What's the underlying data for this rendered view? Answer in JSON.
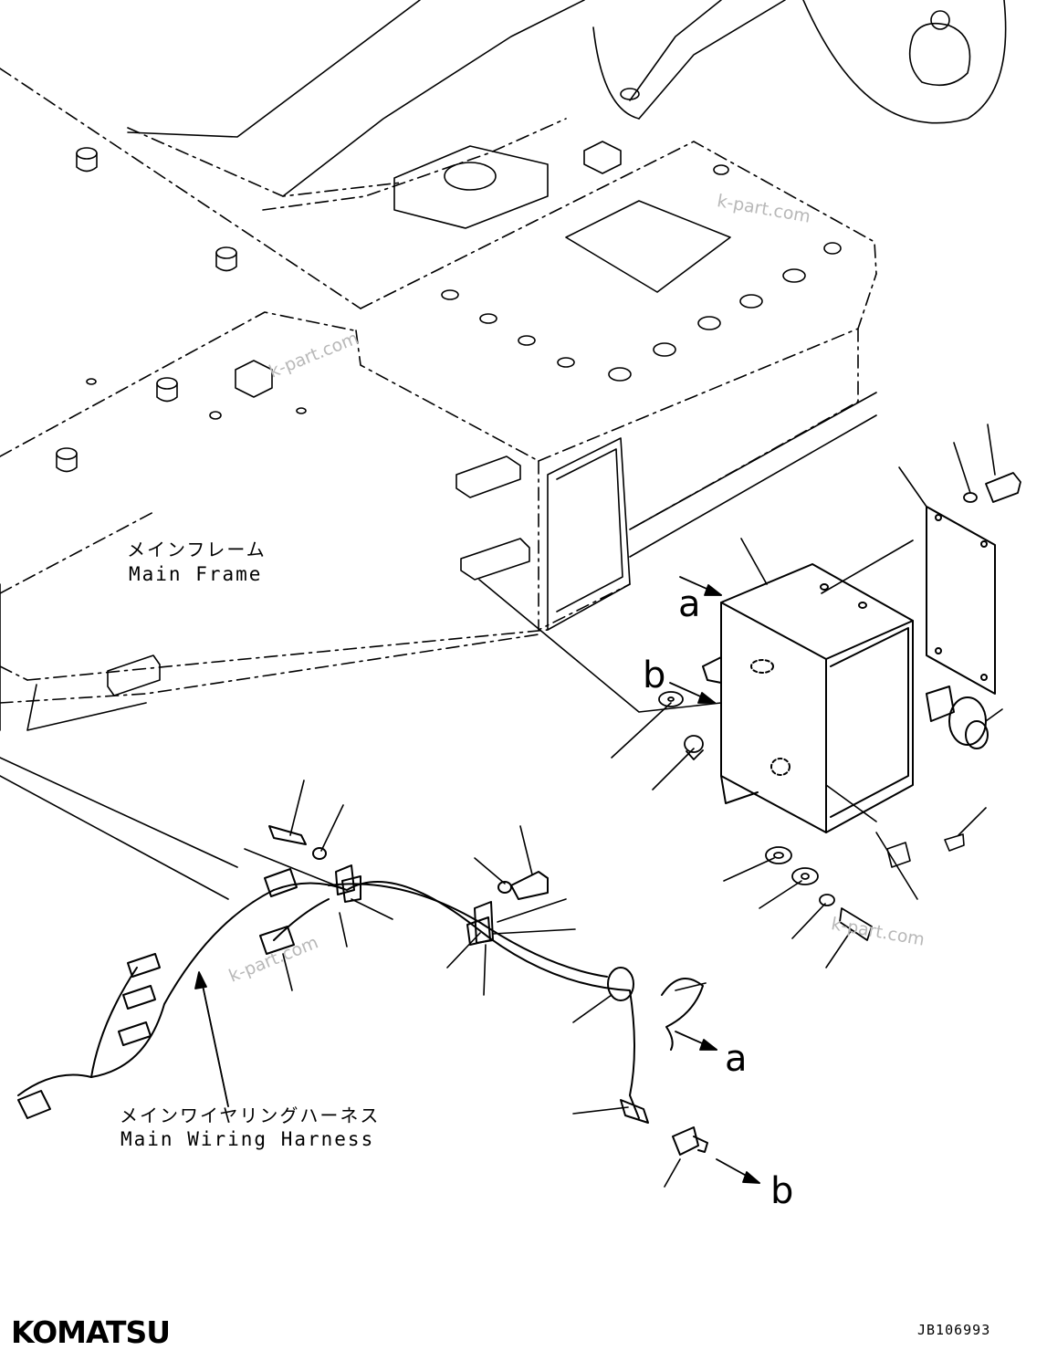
{
  "labels": {
    "main_frame_jp": "メインフレーム",
    "main_frame_en": "Main Frame",
    "harness_jp": "メインワイヤリングハーネス",
    "harness_en": "Main Wiring Harness"
  },
  "callouts": {
    "a_box": "a",
    "b_box": "b",
    "a_harness": "a",
    "b_switch": "b"
  },
  "watermarks": [
    "k-part.com",
    "k-part.com",
    "k-part.com",
    "k-part.com"
  ],
  "brand": {
    "logo_text": "KOMATSU",
    "doc_id": "JB106993"
  }
}
